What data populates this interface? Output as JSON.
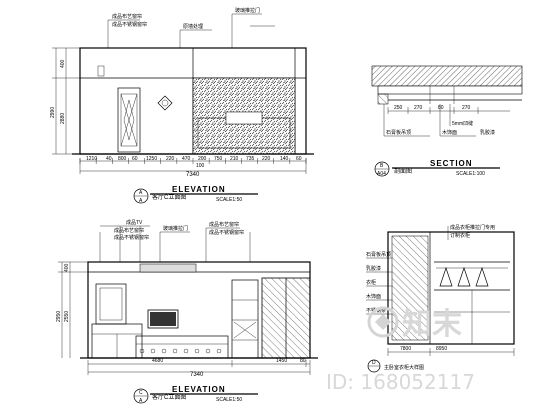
{
  "upper_elevation": {
    "notes": [
      "成品布艺窗帘",
      "成品不锈钢窗帘",
      "原墙处理",
      "玻璃推拉门"
    ],
    "dim_left": [
      "400",
      "2990",
      "2880"
    ],
    "dim_bottom": [
      "1210",
      "40",
      "800",
      "60",
      "1250",
      "220",
      "470",
      "200",
      "750",
      "210",
      "735",
      "220",
      "140",
      "60"
    ],
    "dim_total": "7340",
    "dim_mid": "100",
    "title": "ELEVATION",
    "num": "A",
    "sheet": "A",
    "name": "客厅C立面图",
    "scale": "SCALE1:50"
  },
  "section": {
    "dims": [
      "250",
      "270",
      "80",
      "270"
    ],
    "notes": [
      "石膏板吊顶",
      "木饰面",
      "乳胶漆"
    ],
    "callout": "5mm凹缝",
    "title": "SECTION",
    "num": "B",
    "sheet": "A04",
    "name": "剖面图",
    "scale": "SCALE1:100"
  },
  "lower_elevation": {
    "notes": [
      "成品TV",
      "成品布艺窗帘",
      "成品不锈钢窗帘",
      "玻璃推拉门",
      "成品布艺窗帘",
      "成品不锈钢窗帘"
    ],
    "dim_left": [
      "400",
      "2950",
      "2550"
    ],
    "dim_bottom": [
      "4680",
      "1450",
      "80"
    ],
    "dim_total": "7340",
    "title": "ELEVATION",
    "num": "C",
    "sheet": "A",
    "name": "客厅C立面图",
    "scale": "SCALE1:50"
  },
  "wardrobe": {
    "notes": [
      "成品衣柜推拉门专用",
      "订制衣柜",
      "石膏板吊顶",
      "乳胶漆",
      "衣柜",
      "木饰面",
      "不锈钢条"
    ],
    "dims": [
      "7800",
      "8950"
    ],
    "name": "主卧室衣柜大样图",
    "num": "D"
  },
  "watermark": {
    "brand": "知末",
    "id": "ID: 168052117"
  }
}
